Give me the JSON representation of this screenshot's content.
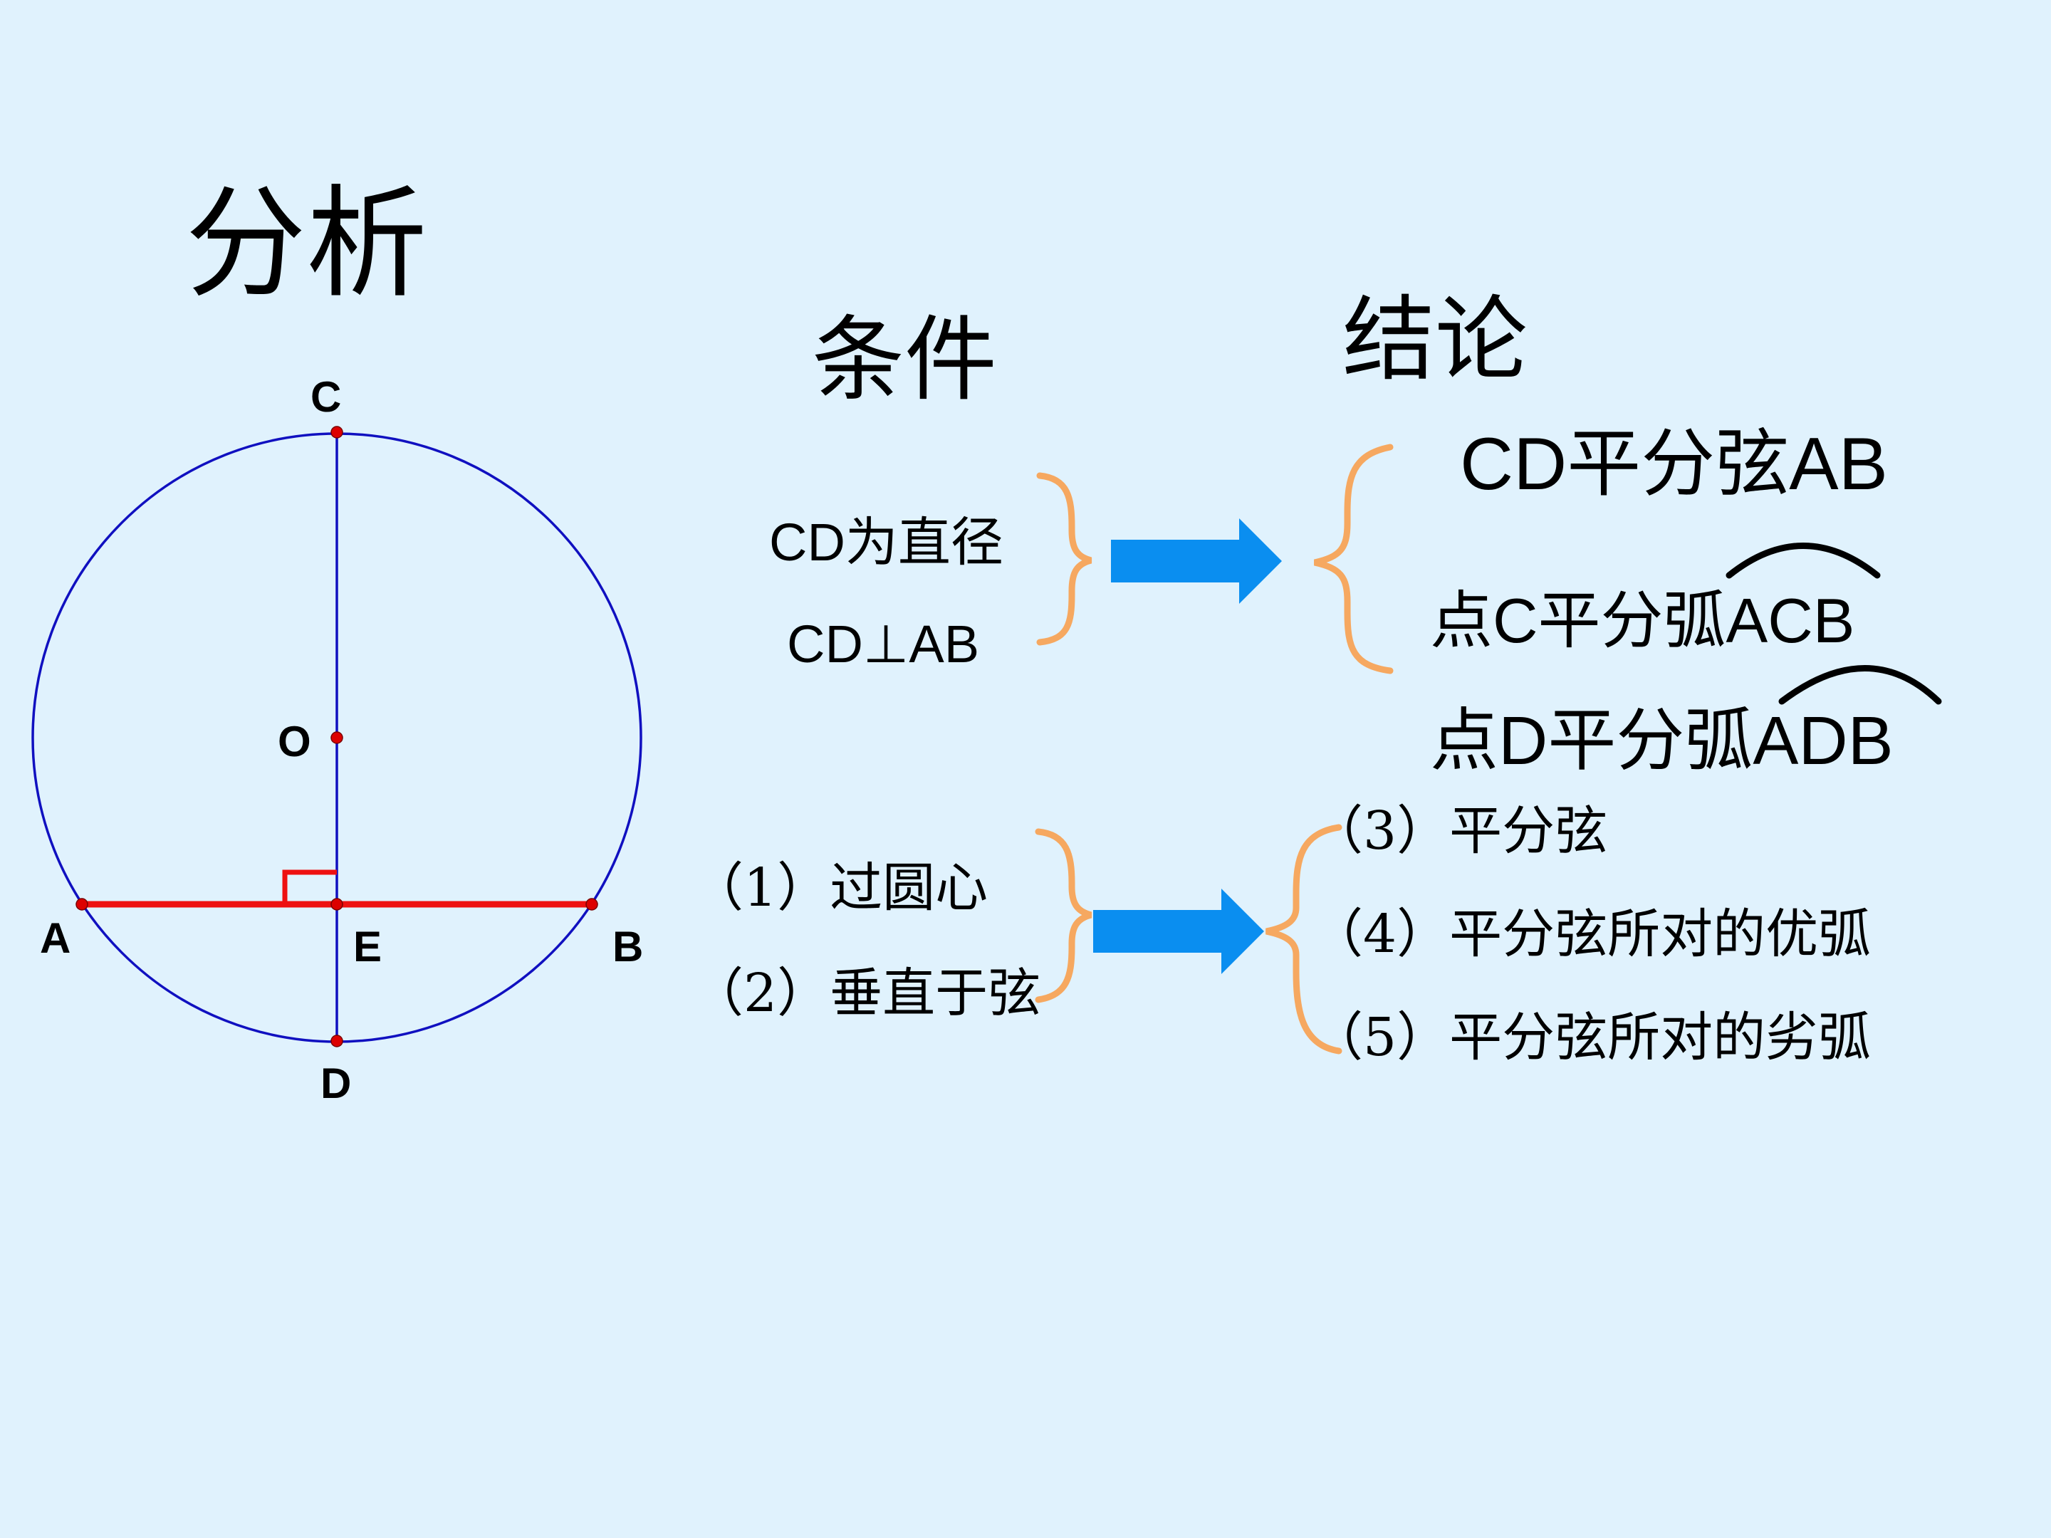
{
  "title": "分析",
  "headers": {
    "conditions": "条件",
    "conclusions": "结论"
  },
  "diagram": {
    "points": {
      "A": "A",
      "B": "B",
      "C": "C",
      "D": "D",
      "O": "O",
      "E": "E"
    },
    "colors": {
      "circle": "#1010c0",
      "chord": "#ee1111",
      "point": "#dd0000"
    }
  },
  "group1": {
    "conditions": [
      "CD为直径",
      "CD⊥AB"
    ],
    "conclusions": [
      "CD平分弦AB",
      "点C平分弧ACB",
      "点D平分弧ADB"
    ]
  },
  "group2": {
    "conditions": [
      "（1）过圆心",
      "（2）垂直于弦"
    ],
    "conclusions": [
      "（3）平分弦",
      "（4）平分弦所对的优弧",
      "（5）平分弦所对的劣弧"
    ]
  },
  "colors": {
    "background": "#e0f2fd",
    "brace": "#f6a860",
    "arrow": "#0a8ef0"
  }
}
